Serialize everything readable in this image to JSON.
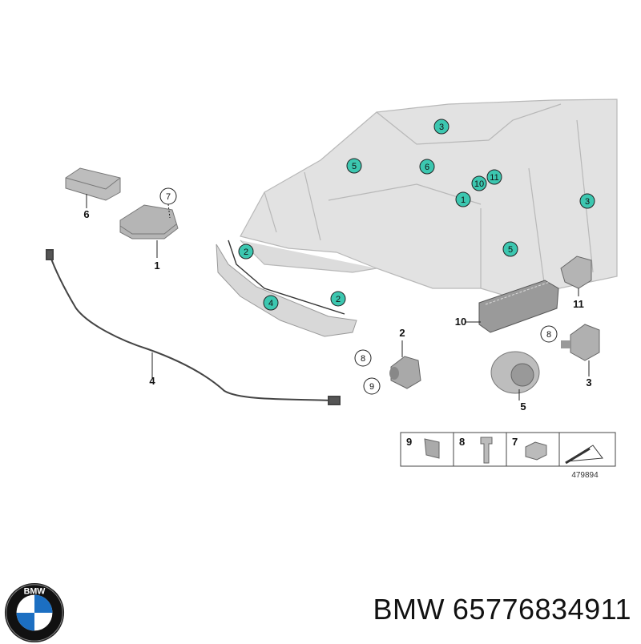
{
  "diagram": {
    "ref_number": "479894",
    "parts": [
      {
        "num": "1"
      },
      {
        "num": "2"
      },
      {
        "num": "3"
      },
      {
        "num": "4"
      },
      {
        "num": "5"
      },
      {
        "num": "6"
      },
      {
        "num": "7"
      },
      {
        "num": "8"
      },
      {
        "num": "9"
      },
      {
        "num": "10"
      },
      {
        "num": "11"
      }
    ],
    "hotspots": [
      "3",
      "5",
      "6",
      "1",
      "10",
      "11",
      "3",
      "5",
      "2",
      "2",
      "4"
    ],
    "bubbles": [
      "7",
      "8",
      "9",
      "8"
    ],
    "legend": [
      "9",
      "8",
      "7"
    ]
  },
  "brand": {
    "name": "BMW",
    "part_number": "65776834911",
    "logo_letters": "BMW"
  },
  "colors": {
    "hotspot": "#3cc7b0",
    "line": "#222222",
    "car": "#d6d6d6"
  }
}
